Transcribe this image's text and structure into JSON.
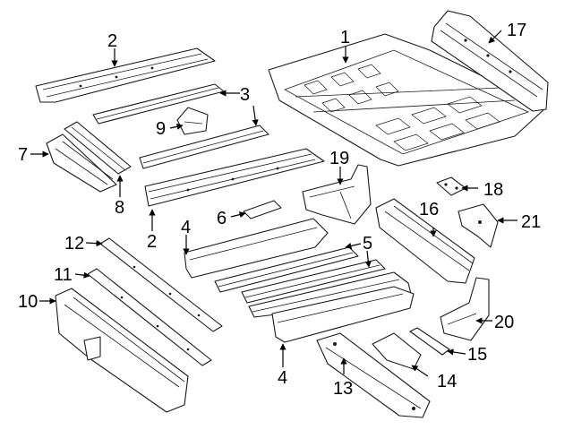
{
  "callouts": {
    "c1": "1",
    "c2a": "2",
    "c2b": "2",
    "c3": "3",
    "c4a": "4",
    "c4b": "4",
    "c5": "5",
    "c6": "6",
    "c7": "7",
    "c8": "8",
    "c9": "9",
    "c10": "10",
    "c11": "11",
    "c12": "12",
    "c13": "13",
    "c14": "14",
    "c15": "15",
    "c16": "16",
    "c17": "17",
    "c18": "18",
    "c19": "19",
    "c20": "20",
    "c21": "21"
  }
}
